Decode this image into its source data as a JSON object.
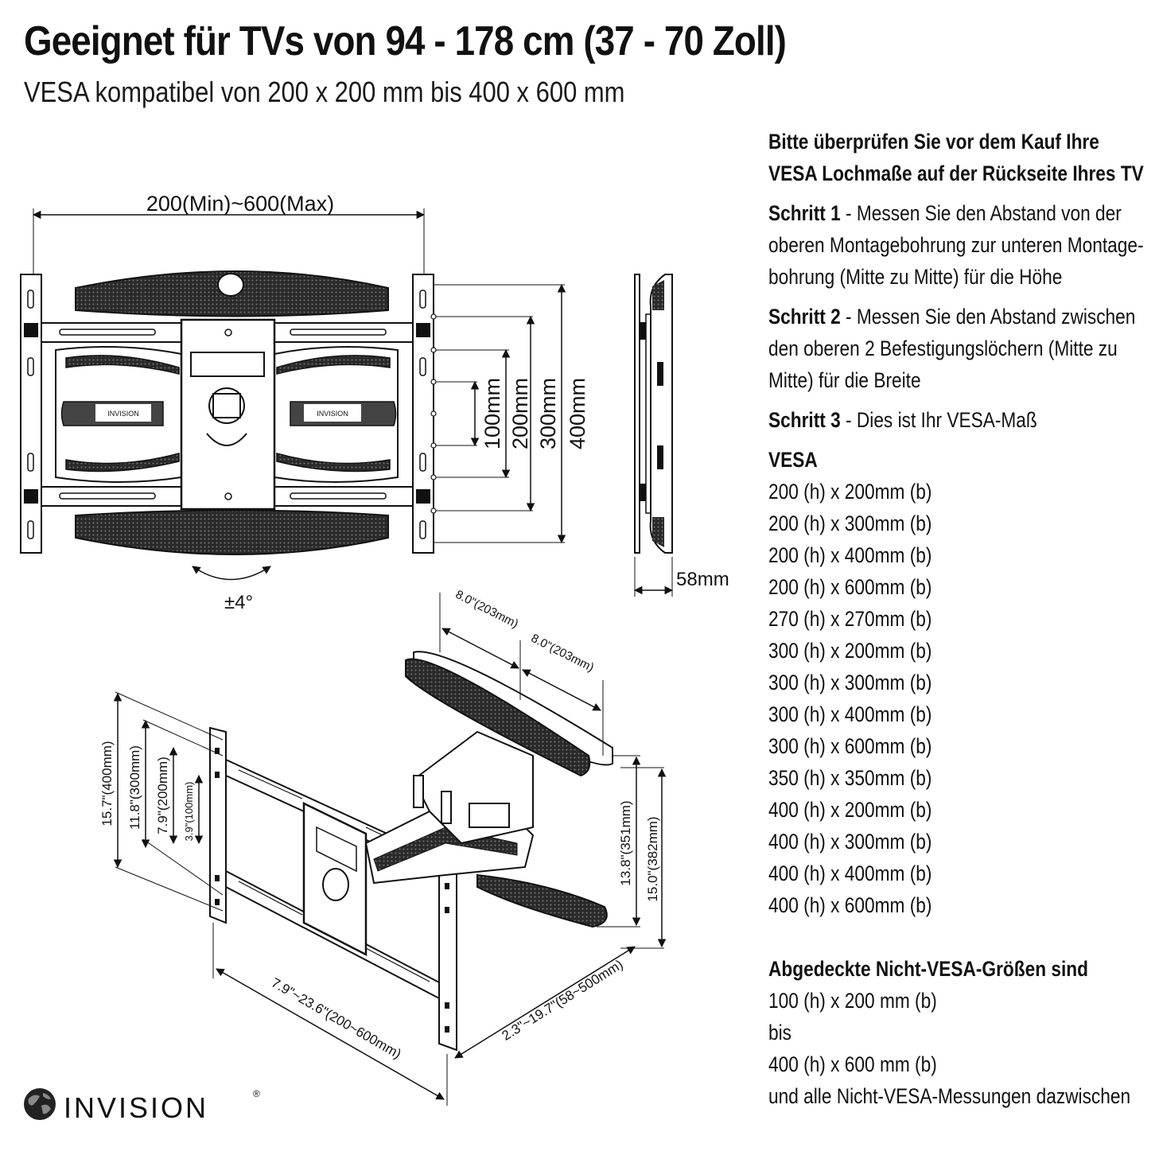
{
  "header": {
    "title": "Geeignet für TVs von 94 - 178 cm (37 - 70 Zoll)",
    "subtitle": "VESA kompatibel von 200 x 200 mm bis 400 x 600 mm"
  },
  "front_view": {
    "width_label": "200(Min)~600(Max)",
    "heights": [
      "100mm",
      "200mm",
      "300mm",
      "400mm"
    ],
    "tilt": "±4°",
    "brand_on_arm": "INVISION"
  },
  "side_view": {
    "depth_label": "58mm"
  },
  "iso_view": {
    "arm_segment_1": "8.0\"(203mm)",
    "arm_segment_2": "8.0\"(203mm)",
    "height_400": "15.7\"(400mm)",
    "height_300": "11.8\"(300mm)",
    "height_200": "7.9\"(200mm)",
    "height_100": "3.9\"(100mm)",
    "width_range": "7.9\"~23.6\"(200~600mm)",
    "extension_range": "2.3\"~19.7\"(58~500mm)",
    "bracket_height": "13.8\"(351mm)",
    "plate_height": "15.0\"(382mm)"
  },
  "instructions": {
    "intro_line1": "Bitte überprüfen Sie vor dem Kauf Ihre",
    "intro_line2": "VESA Lochmaße auf der Rückseite Ihres TV",
    "steps": [
      {
        "label": "Schritt 1",
        "lines": [
          " - Messen Sie den Abstand von der",
          "oberen Montagebohrung zur unteren Montage-",
          "bohrung (Mitte zu Mitte) für die Höhe"
        ]
      },
      {
        "label": "Schritt 2",
        "lines": [
          " - Messen Sie den Abstand zwischen",
          "den oberen 2 Befestigungslöchern (Mitte zu",
          "Mitte) für die Breite"
        ]
      },
      {
        "label": "Schritt 3",
        "lines": [
          " - Dies ist Ihr VESA-Maß"
        ]
      }
    ],
    "vesa_heading": "VESA",
    "vesa_sizes": [
      "200 (h) x 200mm (b)",
      "200 (h) x 300mm (b)",
      "200 (h) x 400mm (b)",
      "200 (h) x 600mm (b)",
      "270 (h) x 270mm (b)",
      "300 (h) x 200mm (b)",
      "300 (h) x 300mm (b)",
      "300 (h) x 400mm (b)",
      "300 (h) x 600mm (b)",
      "350 (h) x 350mm (b)",
      "400 (h) x 200mm (b)",
      "400 (h) x 300mm (b)",
      "400 (h) x 400mm (b)",
      "400 (h) x 600mm (b)"
    ],
    "non_vesa_heading": "Abgedeckte Nicht-VESA-Größen sind",
    "non_vesa_lines": [
      "100 (h) x 200 mm (b)",
      "bis",
      "400 (h) x 600 mm (b)",
      "und alle Nicht-VESA-Messungen dazwischen"
    ]
  },
  "brand": {
    "name": "INVISION",
    "registered": "®"
  }
}
